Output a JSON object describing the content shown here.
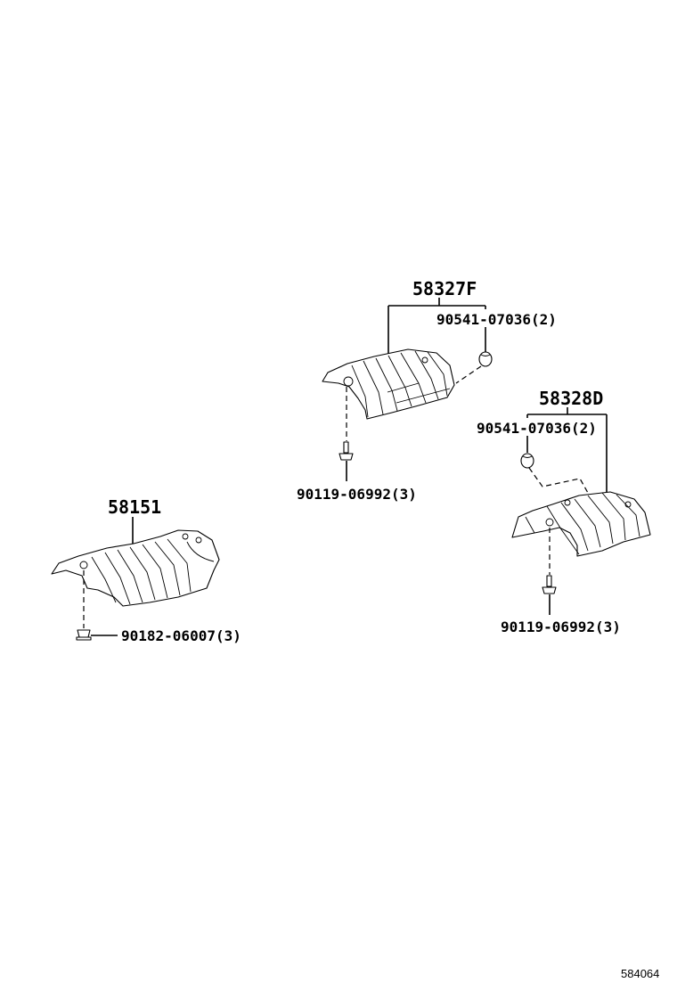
{
  "diagram": {
    "type": "parts-exploded-view",
    "illustration_id": "584064",
    "parts": [
      {
        "id": "shield-left",
        "part_number": "58151",
        "fasteners": [
          {
            "part_number": "90182-06007",
            "qty": "(3)",
            "label": "90182-06007(3)",
            "kind": "nut"
          }
        ]
      },
      {
        "id": "shield-center",
        "part_number": "58327F",
        "fasteners": [
          {
            "part_number": "90541-07036",
            "qty": "(2)",
            "label": "90541-07036(2)",
            "kind": "grommet"
          },
          {
            "part_number": "90119-06992",
            "qty": "(3)",
            "label": "90119-06992(3)",
            "kind": "bolt"
          }
        ]
      },
      {
        "id": "shield-right",
        "part_number": "58328D",
        "fasteners": [
          {
            "part_number": "90541-07036",
            "qty": "(2)",
            "label": "90541-07036(2)",
            "kind": "grommet"
          },
          {
            "part_number": "90119-06992",
            "qty": "(3)",
            "label": "90119-06992(3)",
            "kind": "bolt"
          }
        ]
      }
    ]
  }
}
